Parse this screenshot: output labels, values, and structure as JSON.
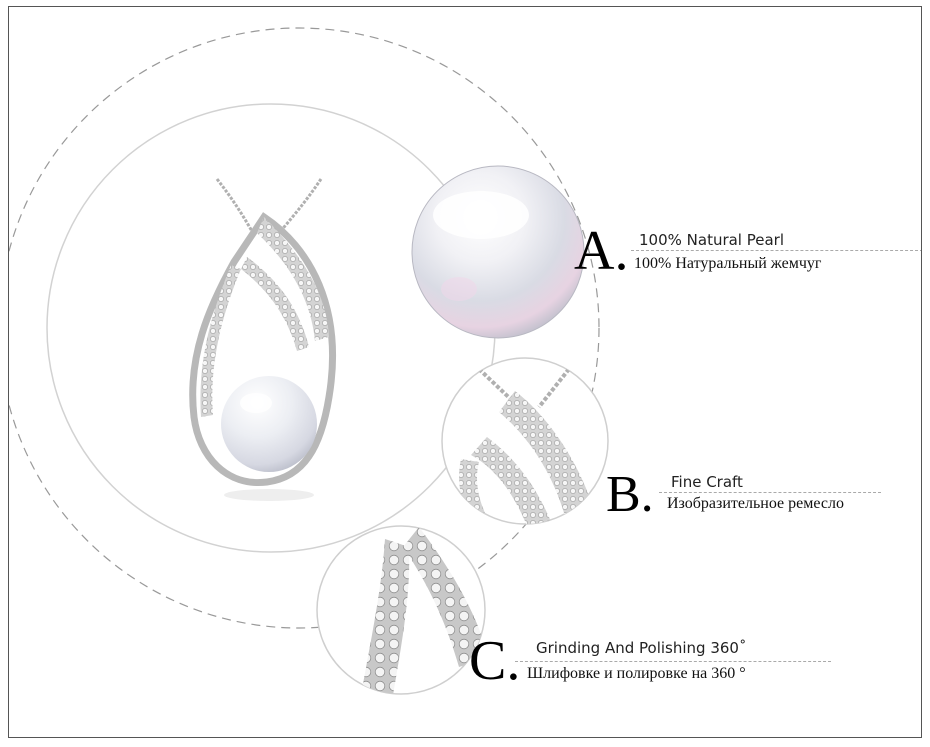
{
  "features": [
    {
      "letter": "A.",
      "title": "100% Natural Pearl",
      "subtitle": "100% Натуральный жемчуг"
    },
    {
      "letter": "B.",
      "title": "Fine Craft",
      "subtitle": "Изобразительное ремесло"
    },
    {
      "letter": "C.",
      "title": "Grinding And Polishing 360˚",
      "subtitle": "Шлифовке и полировке на 360 °"
    }
  ],
  "colors": {
    "frame": "#555555",
    "circle_line": "#cccccc",
    "dash_line": "#999999",
    "silver": "#c9c9c9",
    "pearl": "#eef0f4"
  },
  "icons": [
    "pendant-image",
    "pearl-closeup-image",
    "bail-closeup-image",
    "stone-closeup-image"
  ]
}
